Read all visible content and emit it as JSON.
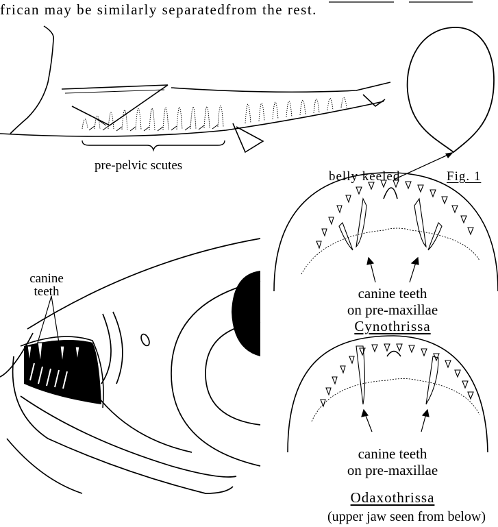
{
  "top_text": "frican may be similarly separatedfrom the rest.",
  "labels": {
    "pre_pelvic_scutes": "pre-pelvic scutes",
    "belly_keeled": "belly keeled",
    "fig": "Fig. 1",
    "canine_teeth_head_1": "canine",
    "canine_teeth_head_2": "teeth",
    "cyno_canine_1": "canine teeth",
    "cyno_canine_2": "on pre-maxillae",
    "cyno_name": "Cynothrissa",
    "odax_canine_1": "canine teeth",
    "odax_canine_2": "on pre-maxillae",
    "odax_name": "Odaxothrissa",
    "caption": "(upper jaw seen from below)"
  }
}
